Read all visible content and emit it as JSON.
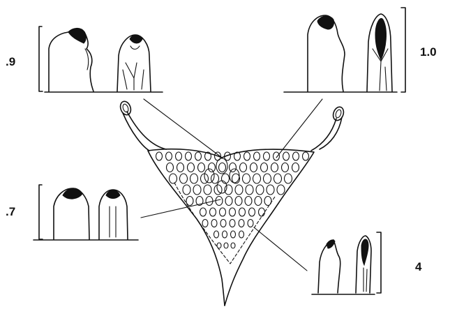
{
  "figure": {
    "scale_labels": {
      "top_left": ".9",
      "top_right": "1.0",
      "middle_left": ".7",
      "bottom_right": "4"
    }
  }
}
